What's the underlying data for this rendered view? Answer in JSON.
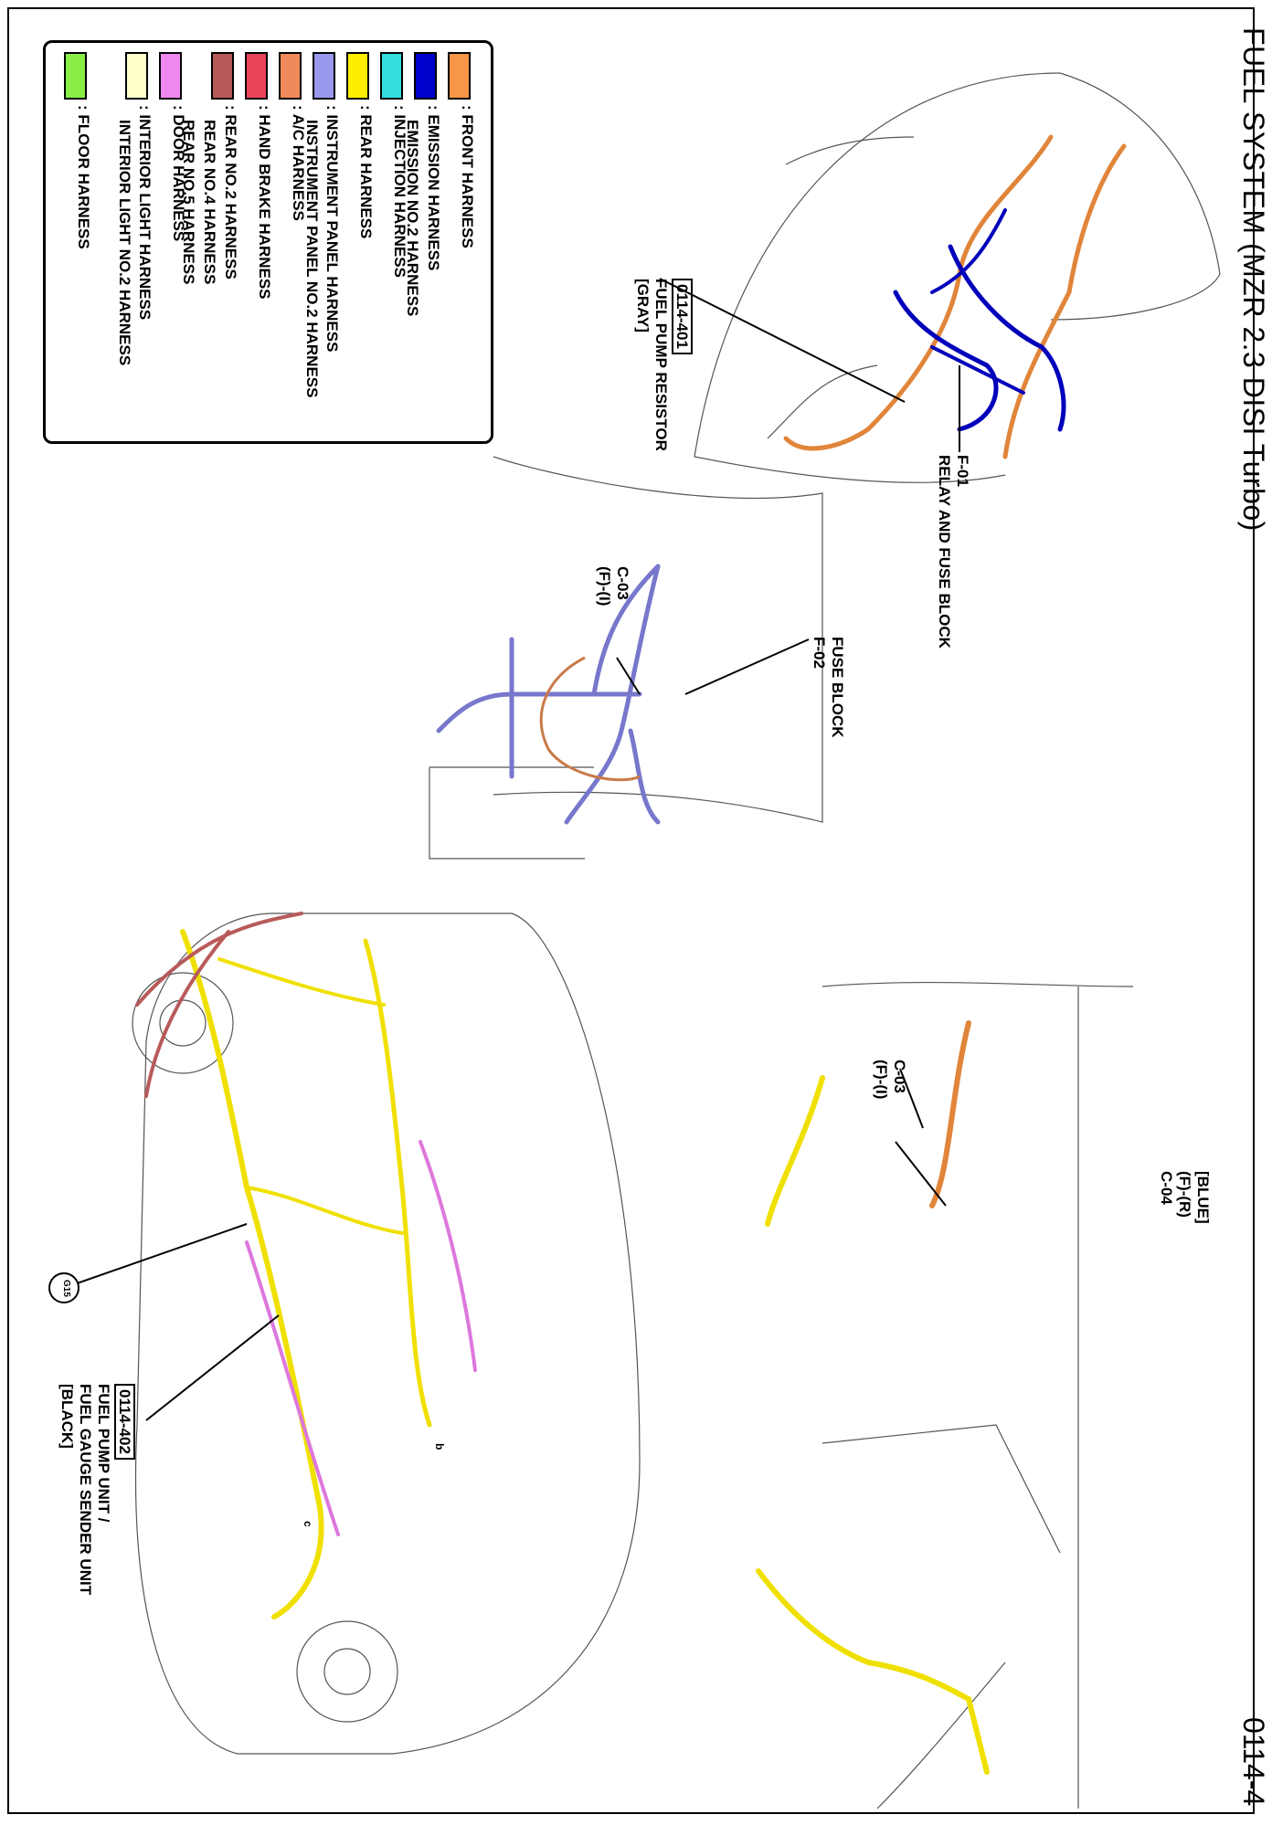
{
  "page": {
    "title": "FUEL SYSTEM (MZR 2.3 DISI Turbo)",
    "page_number": "0114-4"
  },
  "legend": [
    {
      "label": ": FRONT HARNESS",
      "color": "#f79646"
    },
    {
      "label": ": EMISSION HARNESS",
      "color": "#0000cc",
      "sub": "EMISSION NO.2 HARNESS"
    },
    {
      "label": ": INJECTION HARNESS",
      "color": "#33dddd"
    },
    {
      "label": ": REAR HARNESS",
      "color": "#ffee00"
    },
    {
      "label": ": INSTRUMENT PANEL HARNESS",
      "color": "#9999ee",
      "sub": "INSTRUMENT PANEL NO.2 HARNESS"
    },
    {
      "label": ": A/C HARNESS",
      "color": "#f08a5a"
    },
    {
      "label": ": HAND BRAKE HARNESS",
      "color": "#e8445a"
    },
    {
      "label": ": REAR NO.2 HARNESS",
      "color": "#b85a5a",
      "sub": "REAR NO.4 HARNESS",
      "sub2": "REAR NO.5 HARNESS"
    },
    {
      "label": ": DOOR HARNESS",
      "color": "#ee88ee"
    },
    {
      "label": ": INTERIOR LIGHT HARNESS",
      "color": "#ffffcc",
      "sub": "INTERIOR LIGHT NO.2 HARNESS"
    },
    {
      "label": ": FLOOR HARNESS",
      "color": "#88ee44"
    }
  ],
  "callouts": {
    "fuel_pump_resistor": {
      "code": "0114-401",
      "name": "FUEL PUMP RESISTOR",
      "color": "[GRAY]"
    },
    "relay_fuse_block": {
      "code": "F-01",
      "name": "RELAY AND FUSE BLOCK"
    },
    "fuse_block": {
      "name": "FUSE BLOCK",
      "code": "F-02"
    },
    "c03_ip": {
      "code": "C-03",
      "sub": "(F)-(I)"
    },
    "c03_rear": {
      "code": "C-03",
      "sub": "(F)-(I)"
    },
    "c04": {
      "code": "C-04",
      "sub": "(F)-(R)",
      "color": "[BLUE]"
    },
    "fuel_pump_unit": {
      "code": "0114-402",
      "name": "FUEL PUMP UNIT /",
      "name2": "FUEL GAUGE SENDER UNIT",
      "color": "[BLACK]"
    },
    "ground": {
      "code": "G15"
    },
    "markers": {
      "b": "b",
      "c": "c"
    }
  }
}
